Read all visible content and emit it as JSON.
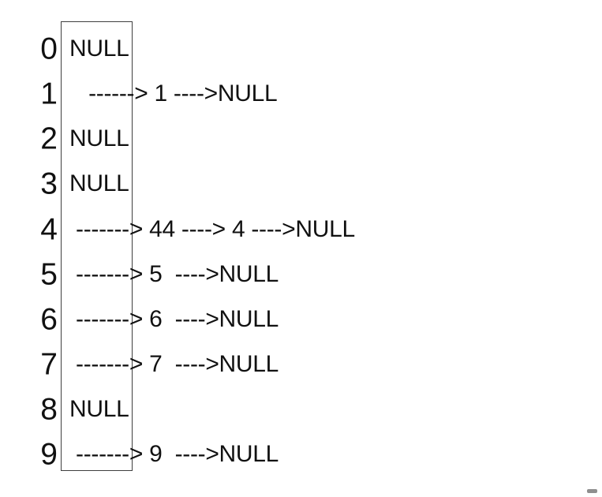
{
  "colors": {
    "background": "#ffffff",
    "text": "#111111",
    "box_border": "#3f3f3f",
    "corner_dash": "#8f8f8f"
  },
  "hash_table": {
    "bucket_count": 10,
    "rows": [
      {
        "index": "0",
        "display": "NULL",
        "values": [],
        "terminator": "NULL"
      },
      {
        "index": "1",
        "display": "   ------> 1 ---->NULL",
        "values": [
          "1"
        ],
        "terminator": "NULL"
      },
      {
        "index": "2",
        "display": "NULL",
        "values": [],
        "terminator": "NULL"
      },
      {
        "index": "3",
        "display": "NULL",
        "values": [],
        "terminator": "NULL"
      },
      {
        "index": "4",
        "display": " -------> 44 ----> 4 ---->NULL",
        "values": [
          "44",
          "4"
        ],
        "terminator": "NULL"
      },
      {
        "index": "5",
        "display": " -------> 5  ---->NULL",
        "values": [
          "5"
        ],
        "terminator": "NULL"
      },
      {
        "index": "6",
        "display": " -------> 6  ---->NULL",
        "values": [
          "6"
        ],
        "terminator": "NULL"
      },
      {
        "index": "7",
        "display": " -------> 7  ---->NULL",
        "values": [
          "7"
        ],
        "terminator": "NULL"
      },
      {
        "index": "8",
        "display": "NULL",
        "values": [],
        "terminator": "NULL"
      },
      {
        "index": "9",
        "display": " -------> 9  ---->NULL",
        "values": [
          "9"
        ],
        "terminator": "NULL"
      }
    ]
  }
}
